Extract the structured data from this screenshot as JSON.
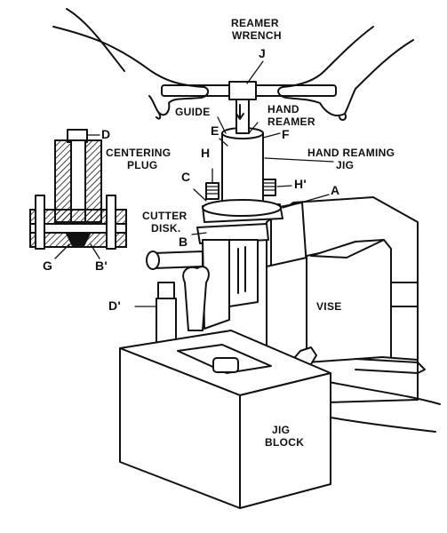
{
  "labels": {
    "reamer_wrench_1": "REAMER",
    "reamer_wrench_2": "WRENCH",
    "j": "J",
    "guide": "GUIDE",
    "hand_reamer_1": "HAND",
    "hand_reamer_2": "REAMER",
    "d": "D",
    "centering_plug_1": "CENTERING",
    "centering_plug_2": "PLUG",
    "e": "E",
    "f": "F",
    "hand_reaming_jig_1": "HAND  REAMING",
    "hand_reaming_jig_2": "JIG",
    "h": "H",
    "h_prime": "H'",
    "c": "C",
    "a": "A",
    "cutter_disk_1": "CUTTER",
    "cutter_disk_2": "DISK.",
    "b": "B",
    "g": "G",
    "b_prime": "B'",
    "d_prime": "D'",
    "vise": "VISE",
    "jig_block_1": "JIG",
    "jig_block_2": "BLOCK"
  }
}
